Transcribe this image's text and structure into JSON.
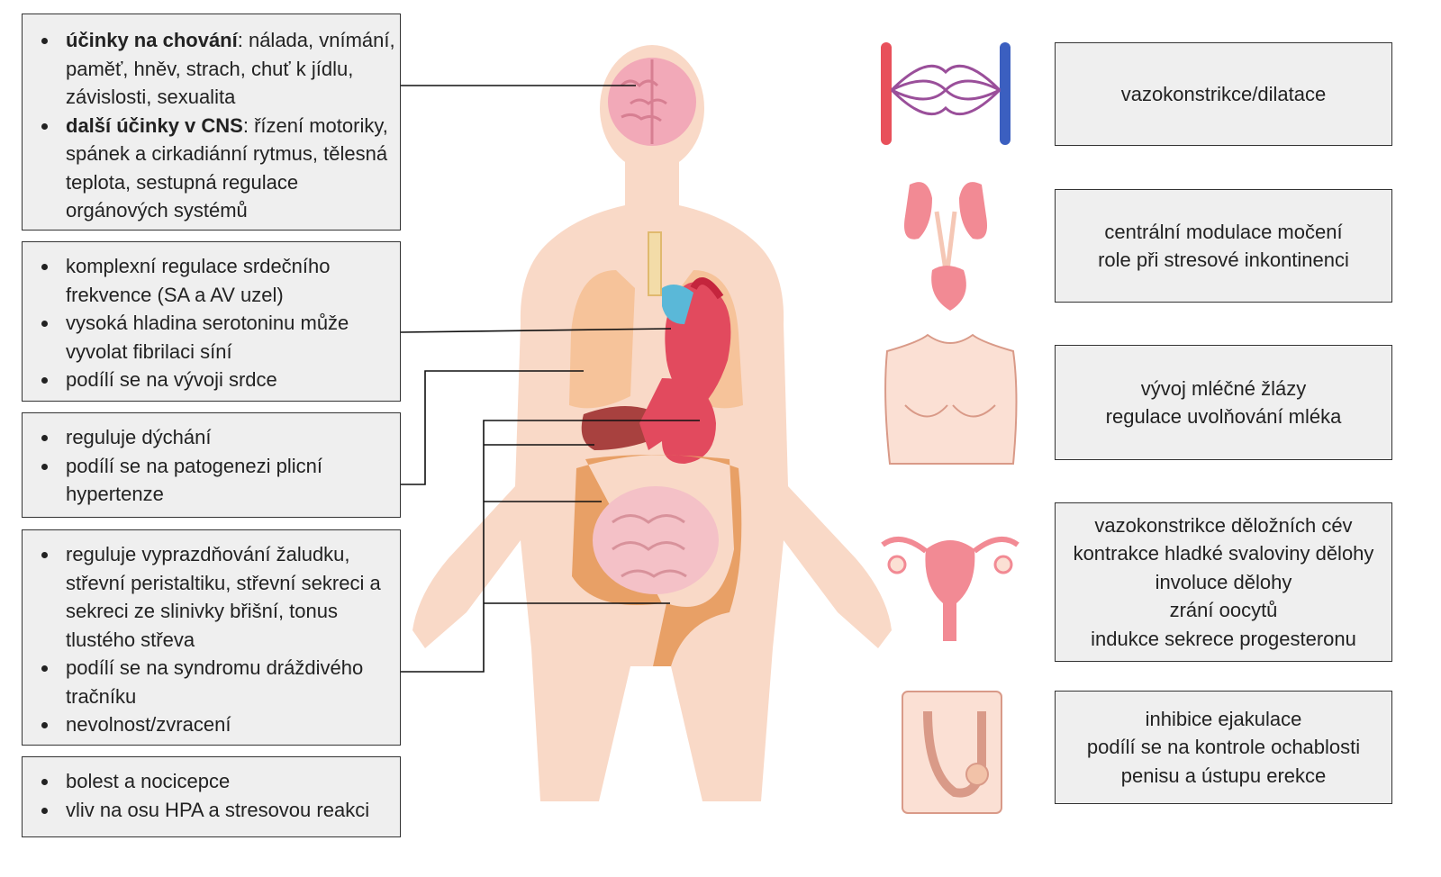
{
  "left_boxes": [
    {
      "items": [
        {
          "bold": "účinky na chování",
          "text": ": nálada, vnímání, paměť, hněv, strach, chuť k jídlu, závislosti, sexualita"
        },
        {
          "bold": "další účinky v CNS",
          "text": ": řízení motoriky, spánek a cirkadiánní rytmus, tělesná teplota, sestupná regulace orgánových systémů"
        }
      ]
    },
    {
      "items": [
        {
          "bold": "",
          "text": "komplexní regulace srdečního frekvence (SA a AV uzel)"
        },
        {
          "bold": "",
          "text": "vysoká hladina serotoninu může vyvolat fibrilaci síní"
        },
        {
          "bold": "",
          "text": "podílí se na vývoji srdce"
        }
      ]
    },
    {
      "items": [
        {
          "bold": "",
          "text": "reguluje dýchání"
        },
        {
          "bold": "",
          "text": "podílí se na patogenezi plicní hypertenze"
        }
      ]
    },
    {
      "items": [
        {
          "bold": "",
          "text": "reguluje vyprazdňování žaludku, střevní peristaltiku, střevní  sekreci a sekreci ze slinivky břišní, tonus tlustého střeva"
        },
        {
          "bold": "",
          "text": "podílí se na syndromu dráždivého tračníku"
        },
        {
          "bold": "",
          "text": "nevolnost/zvracení"
        }
      ]
    },
    {
      "items": [
        {
          "bold": "",
          "text": "bolest a nocicepce"
        },
        {
          "bold": "",
          "text": "vliv na osu HPA a stresovou reakci"
        }
      ]
    }
  ],
  "right_boxes": [
    {
      "lines": [
        "vazokonstrikce/dilatace"
      ]
    },
    {
      "lines": [
        "centrální modulace močení",
        "role při stresové inkontinenci"
      ]
    },
    {
      "lines": [
        "vývoj mléčné žlázy",
        "regulace uvolňování mléka"
      ]
    },
    {
      "lines": [
        "vazokonstrikce děložních cév",
        "kontrakce hladké svaloviny dělohy",
        "involuce dělohy",
        "zrání oocytů",
        "indukce sekrece progesteronu"
      ]
    },
    {
      "lines": [
        "inhibice ejakulace",
        "podílí se na kontrole ochablosti",
        "penisu a ústupu erekce"
      ]
    }
  ],
  "colors": {
    "box_fill": "#efefef",
    "box_border": "#333333",
    "skin": "#f9d9c7",
    "brain": "#f2a9b8",
    "lung": "#f6c39a",
    "heart": "#e24a5e",
    "liver": "#a8413f",
    "intestine": "#e8a066",
    "small_intestine": "#f4c1c7",
    "artery_red": "#e8505b",
    "vein_blue": "#3b5fc0"
  },
  "icons": [
    "brain-icon",
    "heart-icon",
    "lungs-icon",
    "liver-icon",
    "stomach-icon",
    "intestine-icon",
    "blood-vessels-icon",
    "kidneys-bladder-icon",
    "breast-icon",
    "uterus-icon",
    "penis-icon"
  ]
}
